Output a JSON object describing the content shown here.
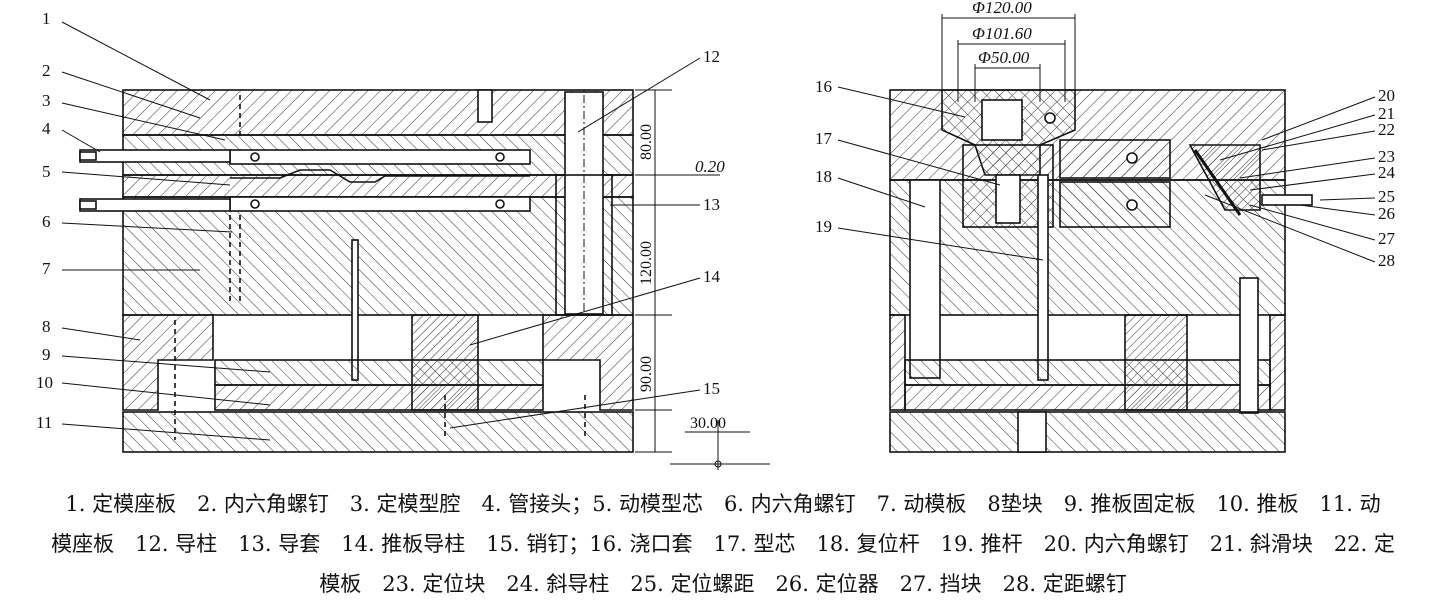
{
  "part_labels": {
    "left": [
      "1",
      "2",
      "3",
      "4",
      "5",
      "6",
      "7",
      "8",
      "9",
      "10",
      "11"
    ],
    "right_top": [
      "12",
      "13",
      "14",
      "15"
    ],
    "right_view": [
      "16",
      "17",
      "18",
      "19"
    ],
    "far_right": [
      "20",
      "21",
      "22",
      "23",
      "24",
      "25",
      "26",
      "27",
      "28"
    ]
  },
  "dimensions": {
    "left_vertical": [
      "80.00",
      "120.00",
      "90.00",
      "30.00"
    ],
    "gap": "0.20",
    "diameters": [
      "Φ120.00",
      "Φ101.60",
      "Φ50.00"
    ]
  },
  "caption": {
    "line1": "1. 定模座板　2. 内六角螺钉　3. 定模型腔　4. 管接头；5. 动模型芯　6. 内六角螺钉　7. 动模板　8垫块　9. 推板固定板　10. 推板　11. 动",
    "line2": "模座板　12. 导柱　13. 导套　14. 推板导柱　15. 销钉；16. 浇口套　17. 型芯　18. 复位杆　19. 推杆　20. 内六角螺钉　21. 斜滑块　22. 定",
    "line3": "模板　23. 定位块　24. 斜导柱　25. 定位螺距　26. 定位器　27. 挡块　28. 定距螺钉"
  },
  "colors": {
    "stroke": "#111111",
    "hatch": "#333333",
    "background": "#ffffff"
  }
}
